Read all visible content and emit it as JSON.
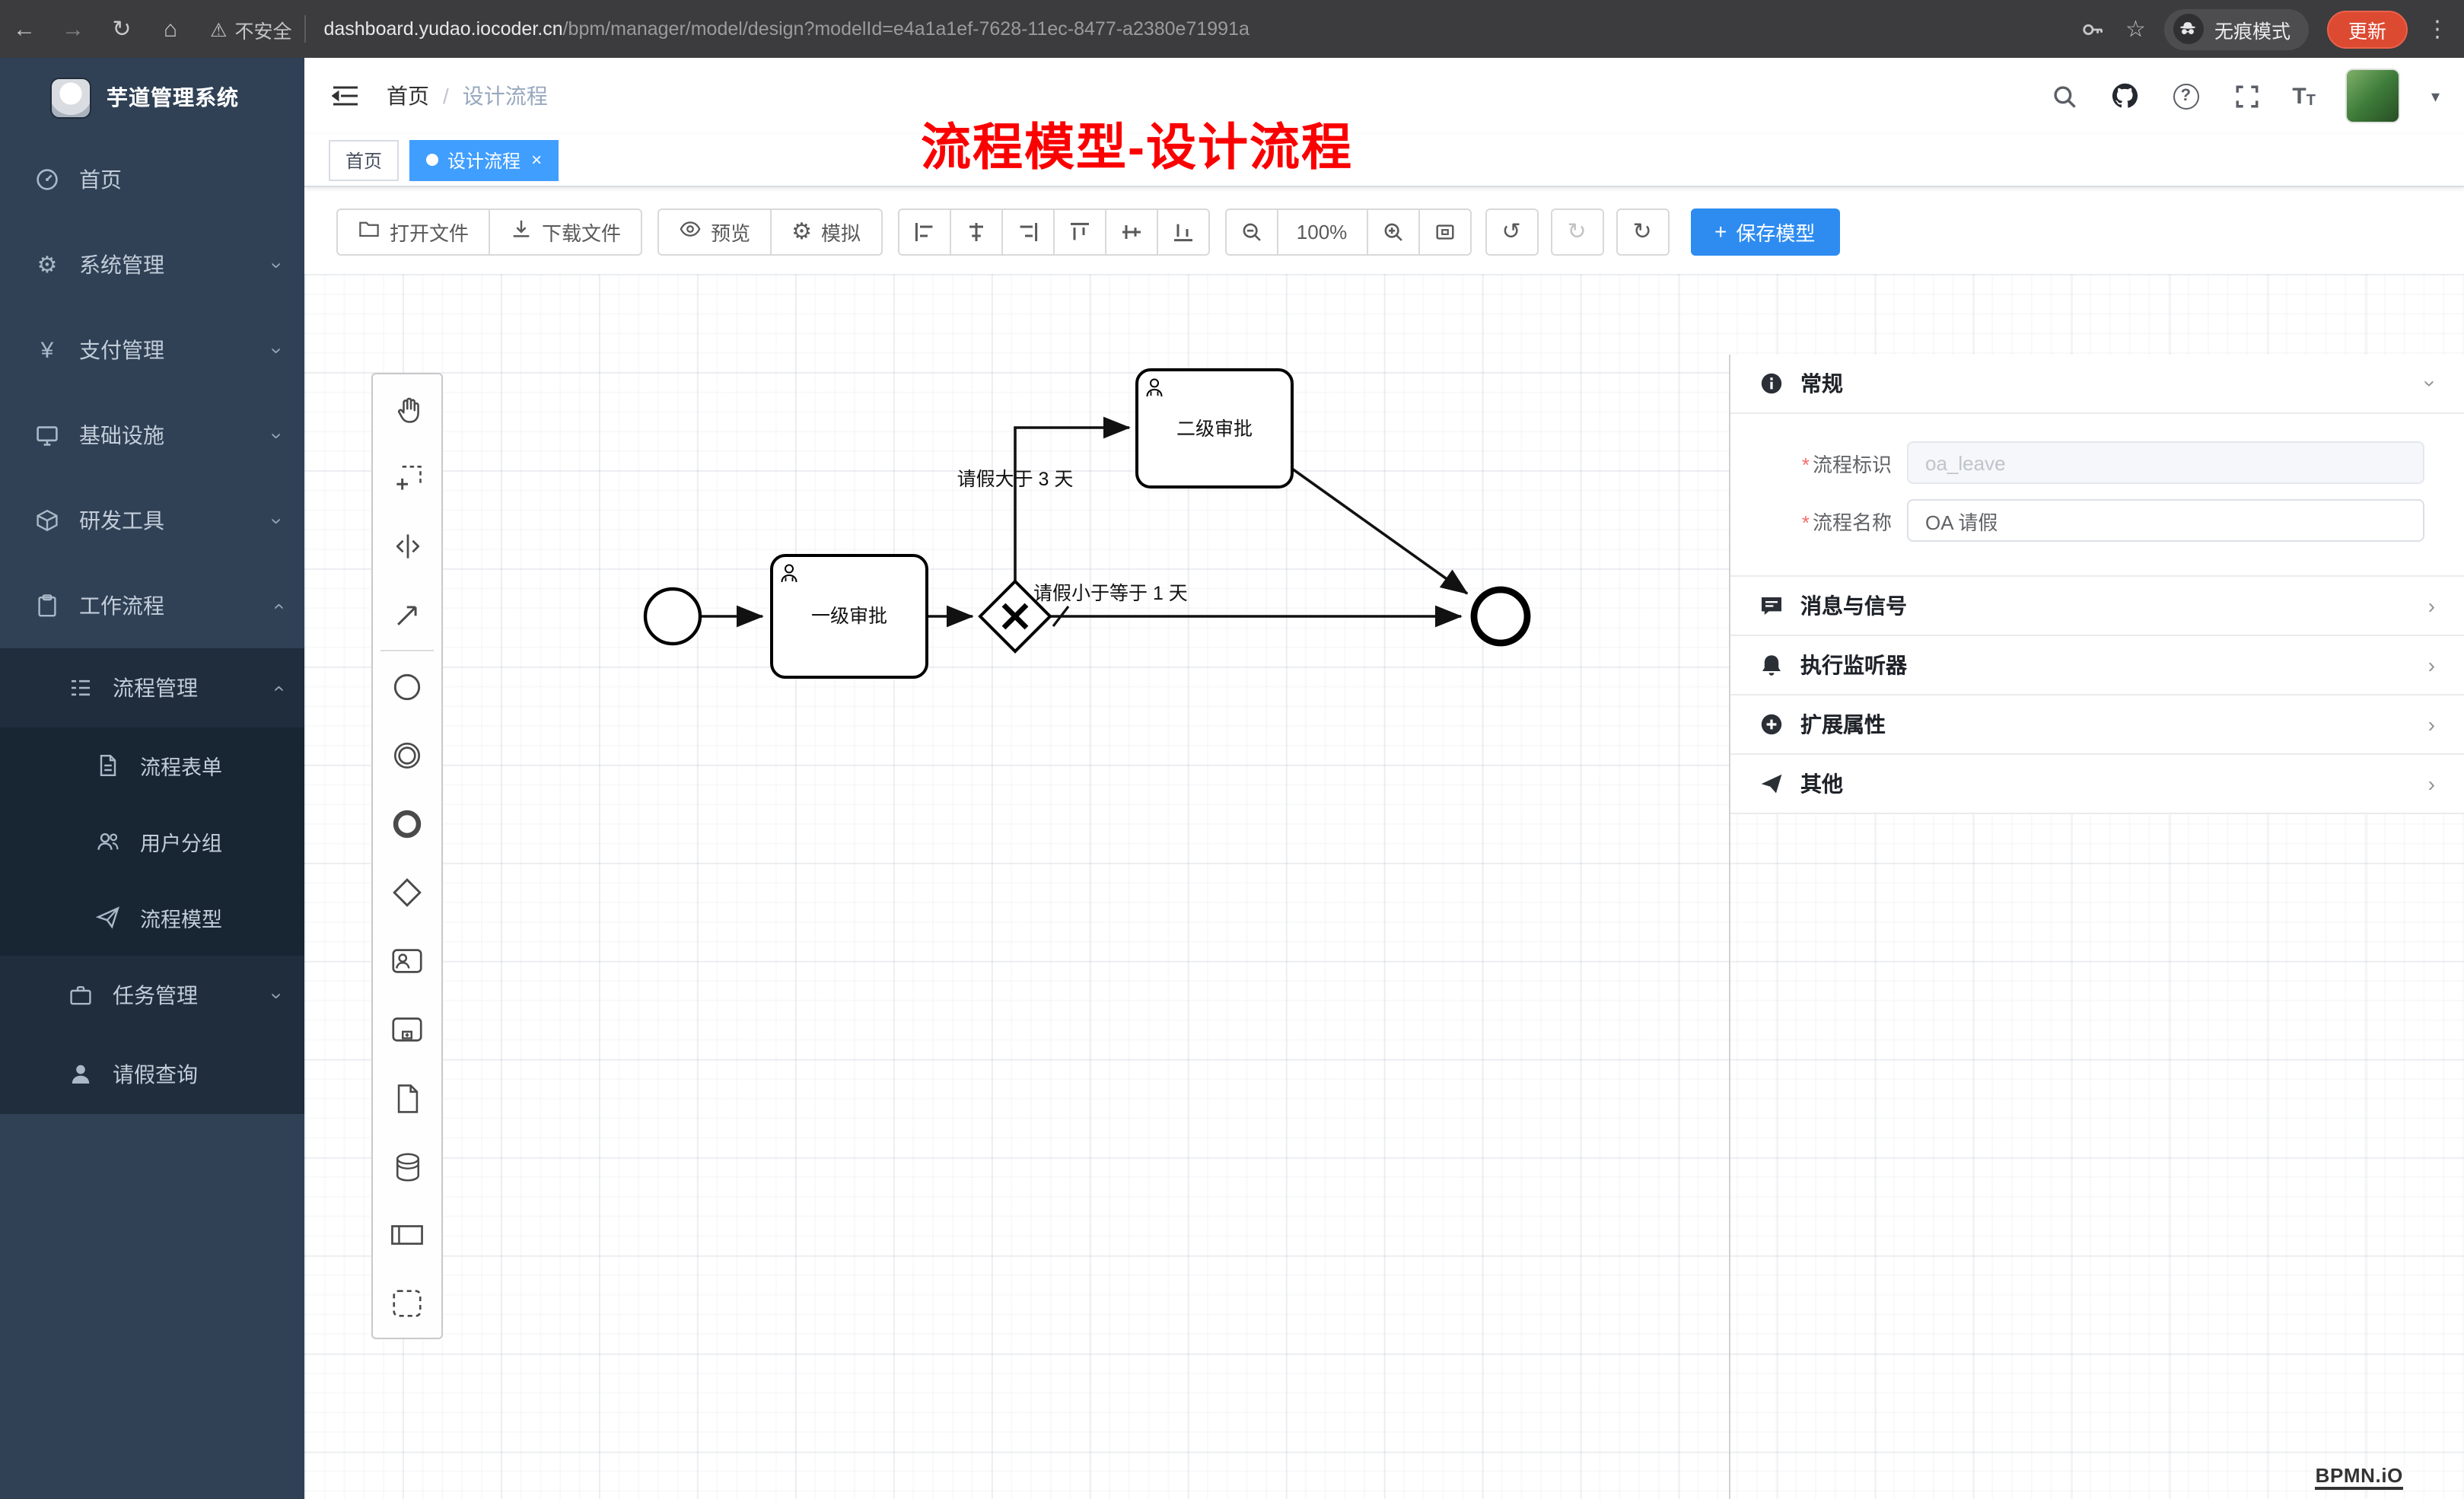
{
  "browser": {
    "security": "不安全",
    "url_host": "dashboard.yudao.iocoder.cn",
    "url_path": "/bpm/manager/model/design?modelId=e4a1a1ef-7628-11ec-8477-a2380e71991a",
    "incognito": "无痕模式",
    "update": "更新"
  },
  "glyphs": {
    "back": "←",
    "forward": "→",
    "reload": "↻",
    "home": "⌂",
    "warning": "⚠",
    "star": "☆",
    "kebab": "⋮",
    "chevron": "›",
    "close": "×",
    "plus": "+",
    "minus": "−",
    "asterisk": "*",
    "caret": "▾",
    "slash": "/",
    "undo": "↺",
    "redo": "↻",
    "refresh": "↻",
    "gear": "⚙",
    "yen": "¥",
    "question": "?",
    "t": "T"
  },
  "sidebar": {
    "title": "芋道管理系统",
    "items": [
      {
        "label": "首页"
      },
      {
        "label": "系统管理"
      },
      {
        "label": "支付管理"
      },
      {
        "label": "基础设施"
      },
      {
        "label": "研发工具"
      },
      {
        "label": "工作流程"
      },
      {
        "label": "流程管理"
      },
      {
        "label": "流程表单"
      },
      {
        "label": "用户分组"
      },
      {
        "label": "流程模型"
      },
      {
        "label": "任务管理"
      },
      {
        "label": "请假查询"
      }
    ]
  },
  "header": {
    "breadcrumb_home": "首页",
    "breadcrumb_current": "设计流程"
  },
  "annotation": "流程模型-设计流程",
  "tags": {
    "home": "首页",
    "active": "设计流程"
  },
  "toolbar": {
    "open": "打开文件",
    "download": "下载文件",
    "preview": "预览",
    "simulate": "模拟",
    "zoom": "100%",
    "save": "保存模型"
  },
  "diagram": {
    "task1": "一级审批",
    "task2": "二级审批",
    "cond_gt": "请假大于 3 天",
    "cond_le": "请假小于等于 1 天"
  },
  "panel": {
    "sections": {
      "general": "常规",
      "message": "消息与信号",
      "listener": "执行监听器",
      "ext": "扩展属性",
      "other": "其他"
    },
    "fields": {
      "key_label": "流程标识",
      "key_value": "oa_leave",
      "name_label": "流程名称",
      "name_value": "OA 请假"
    }
  },
  "watermark": "BPMN.iO"
}
